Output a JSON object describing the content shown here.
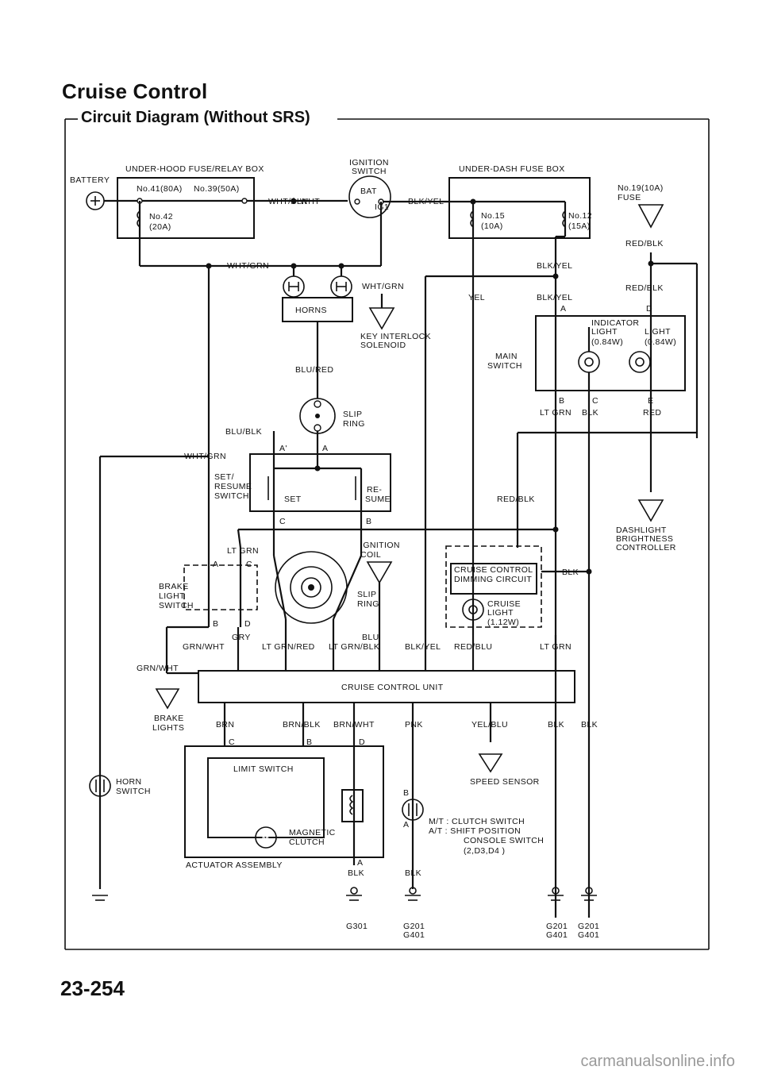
{
  "header": {
    "title": "Cruise Control",
    "subtitle": "Circuit Diagram (Without SRS)"
  },
  "page_number": "23-254",
  "watermark": "carmanualsonline.info",
  "labels": {
    "battery": "BATTERY",
    "underhood_box": "UNDER-HOOD FUSE/RELAY BOX",
    "fuse41": "No.41(80A)",
    "fuse39": "No.39(50A)",
    "fuse42a": "No.42",
    "fuse42b": "(20A)",
    "ign_switch_a": "IGNITION",
    "ign_switch_b": "SWITCH",
    "bat": "BAT",
    "ig1": "IG1",
    "underdash_box": "UNDER-DASH FUSE BOX",
    "fuse15a": "No.15",
    "fuse15b": "(10A)",
    "fuse12a": "No.12",
    "fuse12b": "(15A)",
    "fuse19a": "No.19(10A)",
    "fuse19b": "FUSE",
    "wire_wht_blk": "WHT/BLK",
    "wire_wht": "WHT",
    "wire_blk_yel_1": "BLK/YEL",
    "wire_blk_yel_2": "BLK/YEL",
    "wire_blk_yel_3": "BLK/YEL",
    "wire_blk_yel_4": "BLK/YEL",
    "wire_red_blk_1": "RED/BLK",
    "wire_red_blk_2": "RED/BLK",
    "wire_red_blk_3": "RED/BLK",
    "wire_wht_grn_1": "WHT/GRN",
    "wire_wht_grn_2": "WHT/GRN",
    "wire_wht_grn_3": "WHT/GRN",
    "horns": "HORNS",
    "key_interlock_a": "KEY INTERLOCK",
    "key_interlock_b": "SOLENOID",
    "wire_yel": "YEL",
    "pin_a": "A",
    "pin_d": "D",
    "indicator_a": "INDICATOR",
    "indicator_b": "LIGHT",
    "indicator_c": "(0.84W)",
    "light_a": "LIGHT",
    "light_b": "(0.84W)",
    "main_switch_a": "MAIN",
    "main_switch_b": "SWITCH",
    "pin_b": "B",
    "pin_c": "C",
    "pin_e": "E",
    "wire_lt_grn_1": "LT GRN",
    "wire_blk_1": "BLK",
    "wire_red": "RED",
    "wire_blu_red": "BLU/RED",
    "slip_ring_a": "SLIP",
    "slip_ring_b": "RING",
    "wire_blu_blk": "BLU/BLK",
    "pin_a_prime": "A'",
    "pin_a2": "A",
    "set_resume_a": "SET/",
    "set_resume_b": "RESUME",
    "set_resume_c": "SWITCH",
    "set": "SET",
    "re": "RE-",
    "sume": "SUME",
    "pin_c2": "C",
    "pin_b2": "B",
    "dashlight_a": "DASHLIGHT",
    "dashlight_b": "BRIGHTNESS",
    "dashlight_c": "CONTROLLER",
    "wire_lt_grn_2": "LT GRN",
    "pin_a3": "A",
    "pin_c3": "C",
    "brake_sw_a": "BRAKE",
    "brake_sw_b": "LIGHT",
    "brake_sw_c": "SWITCH",
    "pin_b3": "B",
    "pin_d3": "D",
    "ign_coil_a": "IGNITION",
    "ign_coil_b": "COIL",
    "slip_ring2_a": "SLIP",
    "slip_ring2_b": "RING",
    "ccdim_a": "CRUISE CONTROL",
    "ccdim_b": "DIMMING CIRCUIT",
    "wire_blk_2": "BLK",
    "cruise_light_a": "CRUISE",
    "cruise_light_b": "LIGHT",
    "cruise_light_c": "(1.12W)",
    "wire_gry": "GRY",
    "wire_blu": "BLU",
    "wire_grn_wht_1": "GRN/WHT",
    "wire_lt_grn_red": "LT GRN/RED",
    "wire_lt_grn_blk": "LT GRN/BLK",
    "wire_red_blu": "RED/BLU",
    "wire_lt_grn_3": "LT GRN",
    "wire_grn_wht_2": "GRN/WHT",
    "cc_unit": "CRUISE CONTROL UNIT",
    "brake_lights_a": "BRAKE",
    "brake_lights_b": "LIGHTS",
    "wire_brn": "BRN",
    "wire_brn_blk": "BRN/BLK",
    "wire_brn_wht": "BRN/WHT",
    "wire_pnk": "PNK",
    "wire_yel_blu": "YEL/BLU",
    "wire_blk_3": "BLK",
    "wire_blk_4": "BLK",
    "pin_c4": "C",
    "pin_b4": "B",
    "pin_d4": "D",
    "limit_switch": "LIMIT SWITCH",
    "speed_sensor": "SPEED SENSOR",
    "horn_switch_a": "HORN",
    "horn_switch_b": "SWITCH",
    "pin_b5": "B",
    "pin_a5": "A",
    "mt_note": "M/T  : CLUTCH SWITCH",
    "at_note": "A/T  : SHIFT POSITION",
    "console_note": "CONSOLE SWITCH",
    "gear_note": "(2,D3,D4 )",
    "magnetic_a": "MAGNETIC",
    "magnetic_b": "CLUTCH",
    "actuator": "ACTUATOR ASSEMBLY",
    "pin_a6": "A",
    "wire_blk_5": "BLK",
    "wire_blk_6": "BLK",
    "g301": "G301",
    "g201_1": "G201",
    "g401_1": "G401",
    "g201_2": "G201",
    "g401_2": "G401",
    "g201_3": "G201",
    "g401_3": "G401",
    "motor": "M"
  }
}
